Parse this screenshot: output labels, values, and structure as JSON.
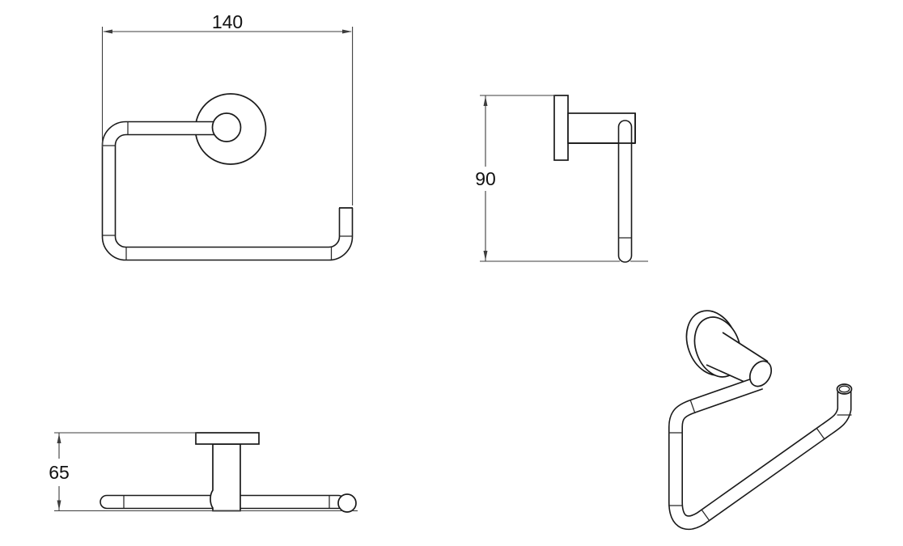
{
  "colors": {
    "background": "#ffffff",
    "part_line": "#1a1a1a",
    "dimension_line": "#3d3d3d",
    "text": "#111111"
  },
  "dimensions": {
    "front_width": "140",
    "side_height": "90",
    "top_depth": "65"
  }
}
